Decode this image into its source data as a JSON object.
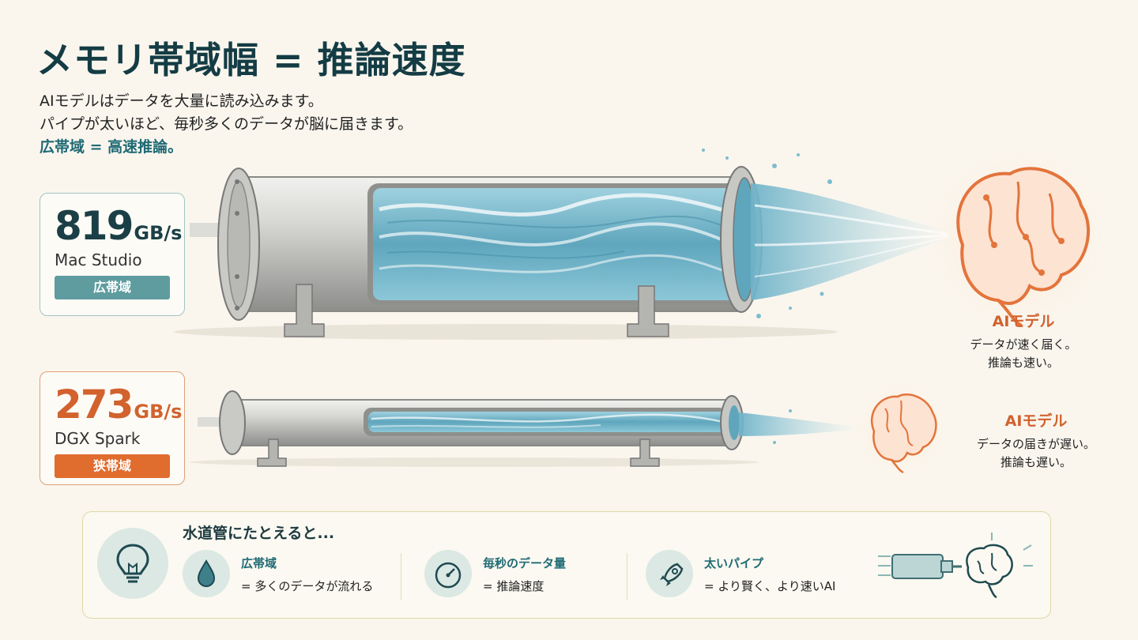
{
  "title": "メモリ帯域幅 = 推論速度",
  "intro": {
    "line1": "AIモデルはデータを大量に読み込みます。",
    "line2": "パイプが太いほど、毎秒多くのデータが脳に届きます。",
    "line3": "広帯域 = 高速推論。"
  },
  "wide": {
    "value": "819",
    "unit": "GB/s",
    "device": "Mac Studio",
    "badge": "広帯域",
    "caption_title": "AIモデル",
    "caption_line1": "データが速く届く。",
    "caption_line2": "推論も速い。"
  },
  "narrow": {
    "value": "273",
    "unit": "GB/s",
    "device": "DGX Spark",
    "badge": "狭帯域",
    "caption_title": "AIモデル",
    "caption_line1": "データの届きが遅い。",
    "caption_line2": "推論も遅い。"
  },
  "analogy": {
    "heading": "水道管にたとえると...",
    "items": [
      {
        "term": "広帯域",
        "desc": "= 多くのデータが流れる",
        "icon": "water-drop-icon"
      },
      {
        "term": "毎秒のデータ量",
        "desc": "= 推論速度",
        "icon": "speedometer-icon"
      },
      {
        "term": "太いパイプ",
        "desc": "= より賢く、より速いAI",
        "icon": "rocket-icon"
      }
    ]
  },
  "colors": {
    "teal_dark": "#143c44",
    "teal": "#5e9c9f",
    "orange": "#e06c2e",
    "water": "#6fb3c9",
    "background": "#faf6ee"
  }
}
